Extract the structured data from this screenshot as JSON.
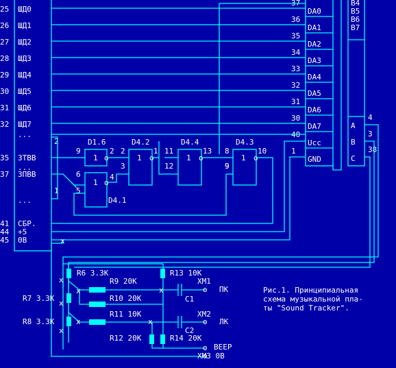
{
  "left_connector": {
    "rows": [
      {
        "pin": "25",
        "name": "ШД0"
      },
      {
        "pin": "26",
        "name": "ШД1"
      },
      {
        "pin": "27",
        "name": "ШД2"
      },
      {
        "pin": "28",
        "name": "ШД3"
      },
      {
        "pin": "29",
        "name": "ШД4"
      },
      {
        "pin": "30",
        "name": "ШД5"
      },
      {
        "pin": "31",
        "name": "ШД6"
      },
      {
        "pin": "32",
        "name": "ШД7"
      },
      {
        "pin": "35",
        "name": "ЗТВВ"
      },
      {
        "pin": "37",
        "name": "ЗПВВ"
      },
      {
        "pin": "41",
        "name": "СБР."
      },
      {
        "pin": "44",
        "name": "+5"
      },
      {
        "pin": "45",
        "name": "0В"
      }
    ],
    "dots": "..."
  },
  "chip": {
    "pins_left": [
      "37",
      "36",
      "35",
      "34",
      "33",
      "32",
      "31",
      "30",
      "40",
      "1"
    ],
    "names": [
      "DA0",
      "DA1",
      "DA2",
      "DA3",
      "DA4",
      "DA5",
      "DA6",
      "DA7",
      "Ucc",
      "GND"
    ]
  },
  "right_chip": {
    "top_names": [
      "B4",
      "B5",
      "B6",
      "B7"
    ],
    "ports": [
      "A",
      "B",
      "C"
    ],
    "pins": [
      "4",
      "3",
      "38"
    ]
  },
  "gates": {
    "d16": {
      "name": "D1.6",
      "in": "9",
      "out": "2",
      "sym": "1"
    },
    "d42": {
      "name": "D4.2",
      "in1": "2",
      "in2": "3",
      "out": "1",
      "sym": "1"
    },
    "d44": {
      "name": "D4.4",
      "in1": "11",
      "in2": "12",
      "out": "13",
      "sym": "1"
    },
    "d43": {
      "name": "D4.3",
      "in1": "8",
      "in2": "9",
      "out": "10",
      "sym": "1"
    },
    "d41": {
      "name": "D4.1",
      "in1": "6",
      "in2": "5",
      "out": "4",
      "sym": "1"
    }
  },
  "wire_pins": {
    "p2": "2",
    "p1": "1",
    "p9": "9"
  },
  "components": {
    "r6": "R6 3.3K",
    "r7": "R7 3.3K",
    "r8": "R8 3.3K",
    "r9": "R9 20K",
    "r10": "R10 20K",
    "r11": "R11 10K",
    "r12": "R12 20K",
    "r13": "R13 10K",
    "r14": "R14 20K",
    "c1": "C1",
    "c2": "C2",
    "xm1": "XM1",
    "xm2": "XM2",
    "xm3": "XM3 0В",
    "pk": "ПК",
    "lk": "ЛК",
    "beep": "BEEP"
  },
  "caption": {
    "line1": "Рис.1. Принципиальная",
    "line2": "схема музыкальной пла-",
    "line3": "ты \"Sound Tracker\"."
  }
}
